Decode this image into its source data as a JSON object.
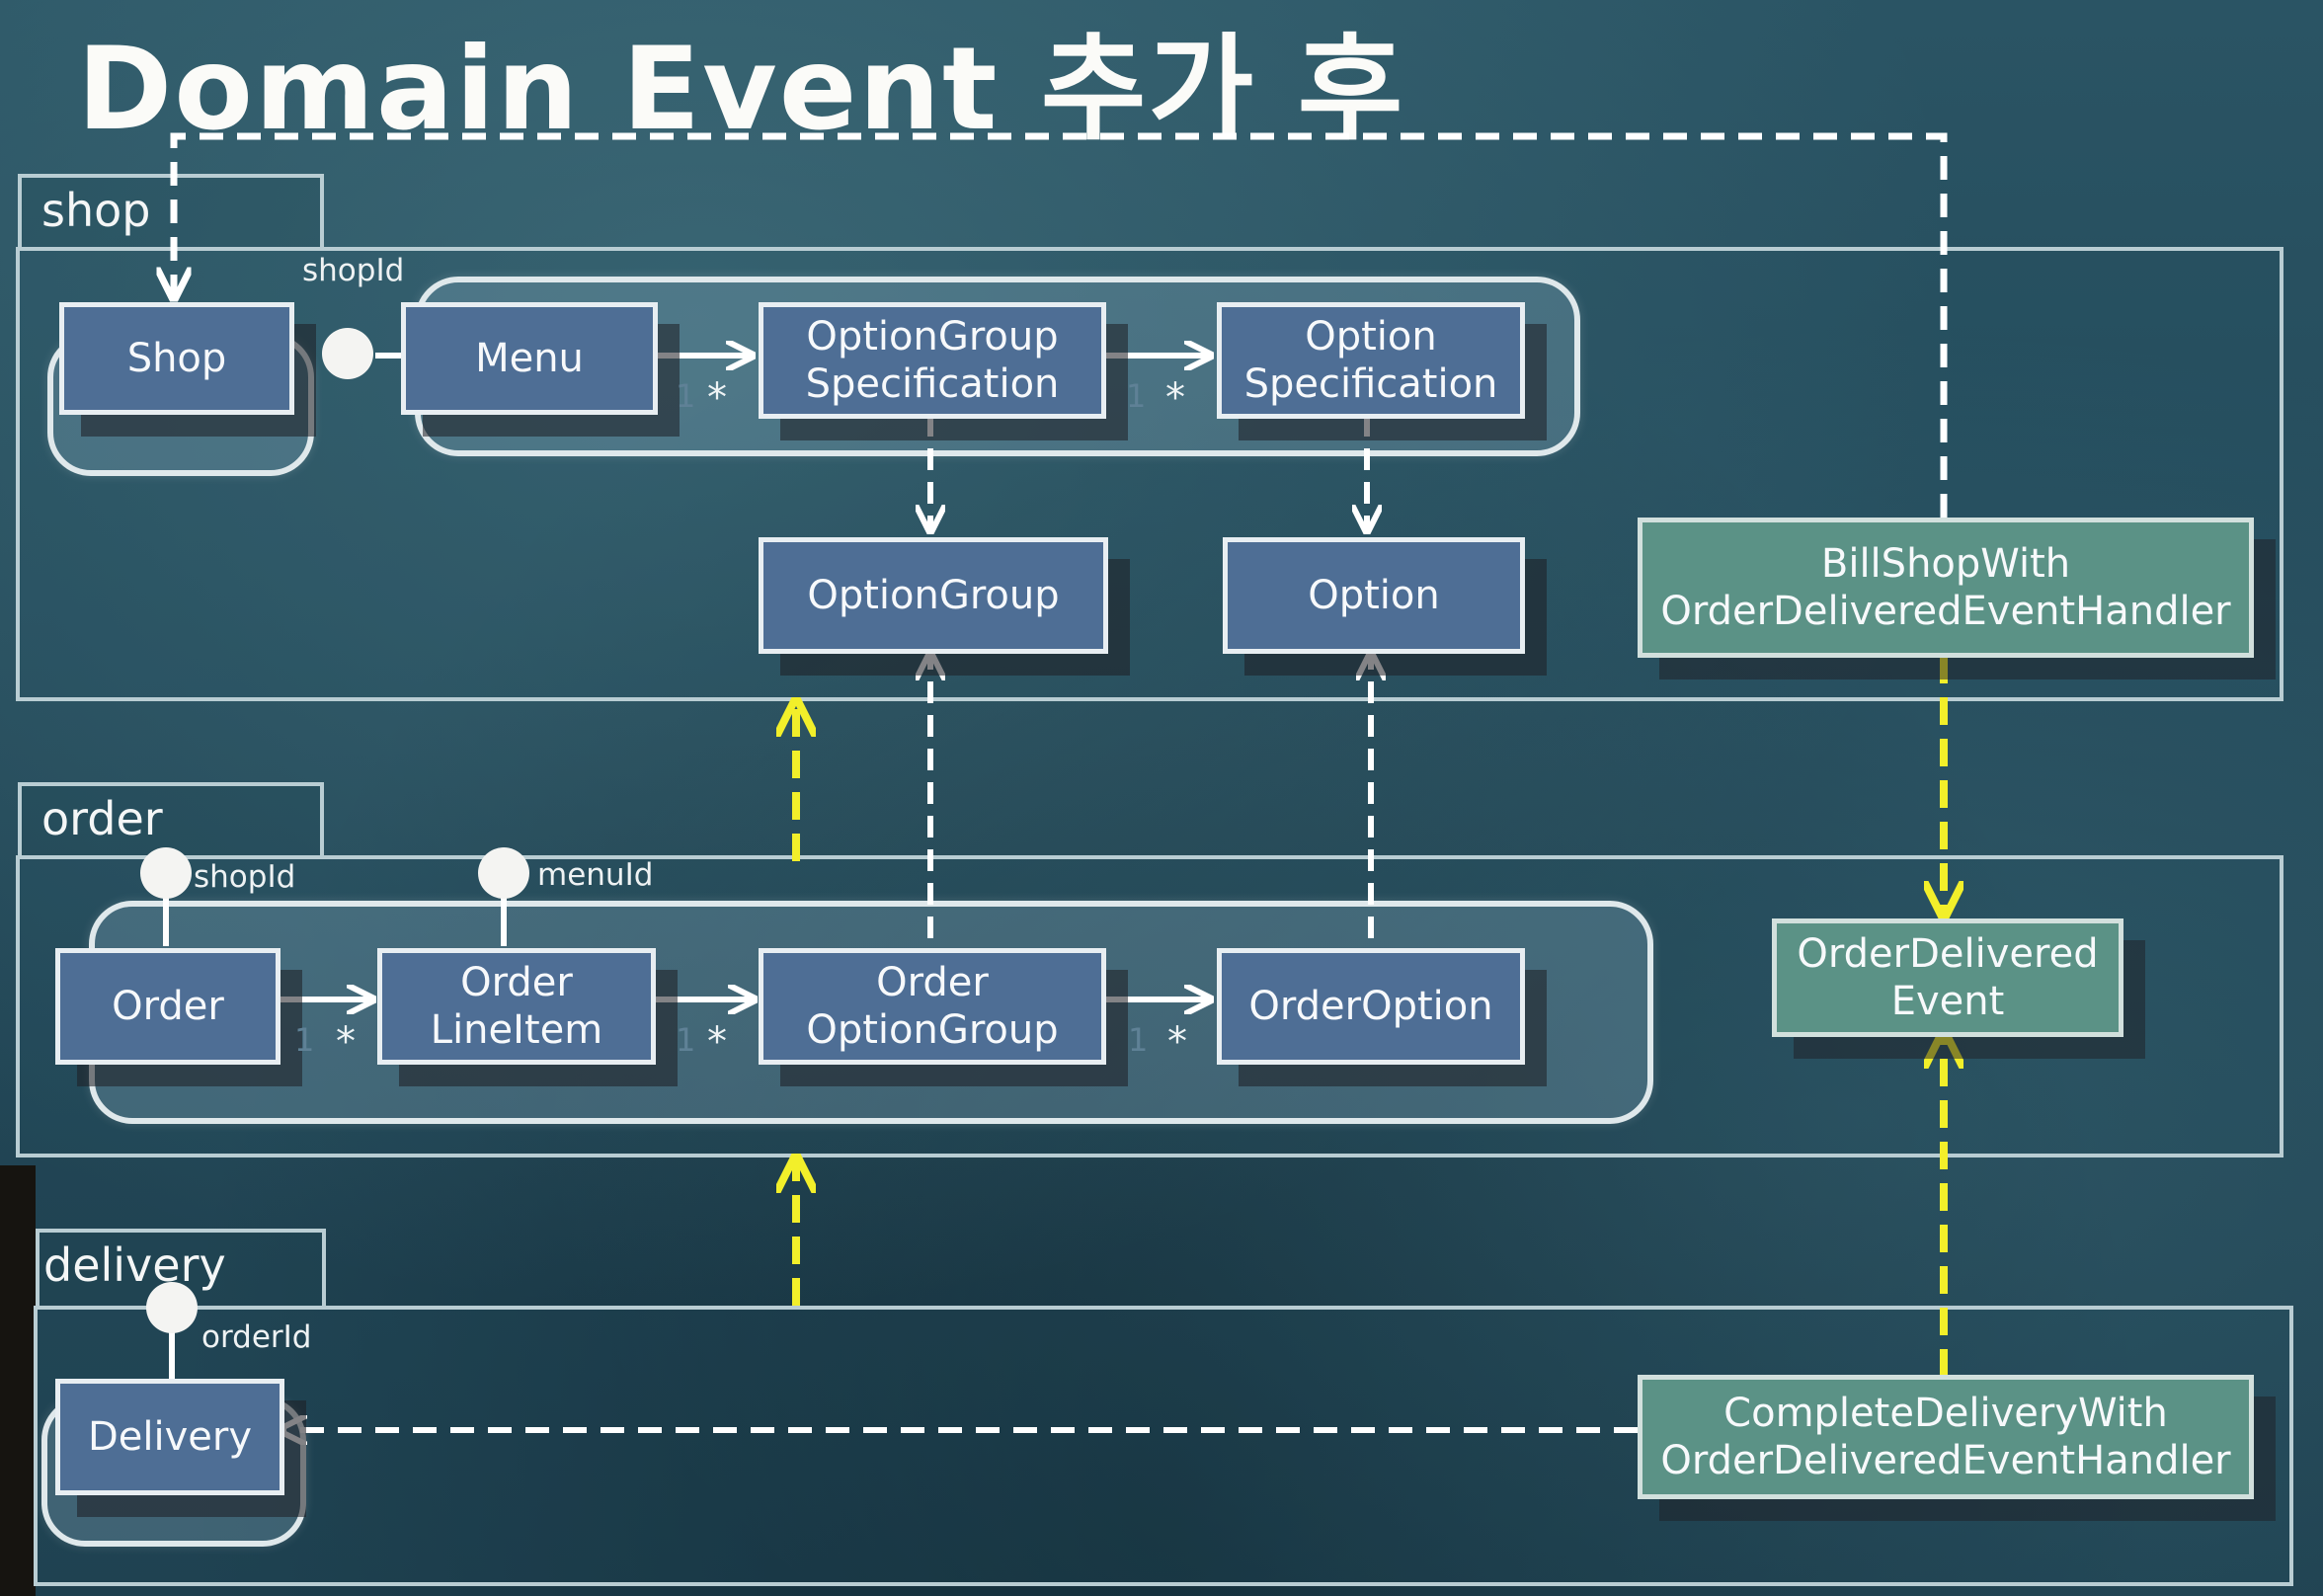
{
  "title": "Domain Event 추가 후",
  "packages": {
    "shop": "shop",
    "order": "order",
    "delivery": "delivery"
  },
  "shop": {
    "shop": "Shop",
    "menu": "Menu",
    "option_group_spec": "OptionGroup\nSpecification",
    "option_spec": "Option\nSpecification",
    "option_group": "OptionGroup",
    "option": "Option",
    "handler": "BillShopWith\nOrderDeliveredEventHandler",
    "shop_id_label": "shopId"
  },
  "order": {
    "order": "Order",
    "line_item": "Order\nLineItem",
    "order_option_group": "Order\nOptionGroup",
    "order_option": "OrderOption",
    "event": "OrderDelivered\nEvent",
    "shop_id_label": "shopId",
    "menu_id_label": "menuId"
  },
  "delivery": {
    "delivery": "Delivery",
    "handler": "CompleteDeliveryWith\nOrderDeliveredEventHandler",
    "order_id_label": "orderId"
  },
  "multiplicity": {
    "one": "1",
    "many": "*"
  },
  "colors": {
    "background": "#23495a",
    "entity": "#4e6e95",
    "handler": "#5b9286",
    "event_arrow": "#f2ef2a",
    "dependency": "#ffffff"
  }
}
